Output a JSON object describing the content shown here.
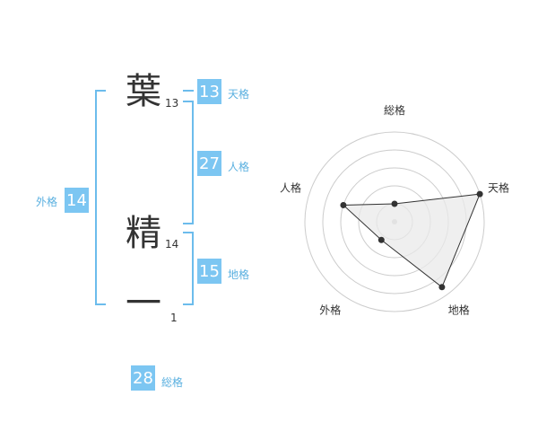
{
  "name": {
    "chars": [
      {
        "char": "葉",
        "strokes": "13"
      },
      {
        "char": "精",
        "strokes": "14"
      },
      {
        "char": "一",
        "strokes": "1"
      }
    ]
  },
  "kakusu": {
    "ten": {
      "value": "13",
      "label": "天格"
    },
    "jin": {
      "value": "27",
      "label": "人格"
    },
    "chi": {
      "value": "15",
      "label": "地格"
    },
    "gai": {
      "value": "14",
      "label": "外格"
    },
    "sou": {
      "value": "28",
      "label": "総格"
    }
  },
  "chart_data": {
    "type": "radar",
    "axes": [
      "総格",
      "天格",
      "地格",
      "外格",
      "人格"
    ],
    "values": [
      0.2,
      1.0,
      0.9,
      0.25,
      0.6
    ],
    "max": 1.0,
    "rings": 5,
    "colors": {
      "fill": "#e9e9e9",
      "line": "#333333",
      "point": "#333333",
      "grid": "#cccccc"
    }
  },
  "colors": {
    "accent": "#7cc6f2",
    "bracket": "#6cbcec",
    "label": "#5ab0e0"
  }
}
